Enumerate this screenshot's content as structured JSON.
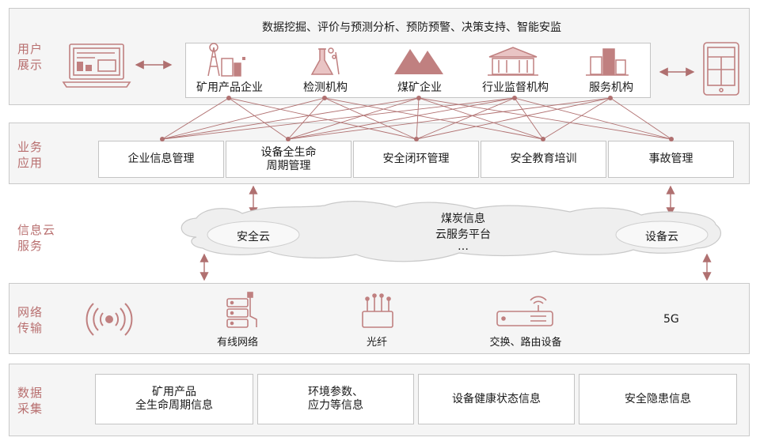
{
  "layers": [
    {
      "label": "用户\n展示"
    },
    {
      "label": "业务\n应用"
    },
    {
      "label": "信息云\n服务"
    },
    {
      "label": "网络\n传输"
    },
    {
      "label": "数据\n采集"
    }
  ],
  "user_display": {
    "title": "数据挖掘、评价与预测分析、预防预警、决策支持、智能安监",
    "entities": [
      "矿用产品企业",
      "检测机构",
      "煤矿企业",
      "行业监督机构",
      "服务机构"
    ]
  },
  "business_apps": [
    "企业信息管理",
    "设备全生命\n周期管理",
    "安全闭环管理",
    "安全教育培训",
    "事故管理"
  ],
  "cloud": {
    "safety_cloud": "安全云",
    "center": [
      "煤炭信息",
      "云服务平台",
      "…"
    ],
    "equipment_cloud": "设备云"
  },
  "network": {
    "items": [
      "有线网络",
      "光纤",
      "交换、路由设备"
    ],
    "five_g": "5G"
  },
  "data_collection": [
    "矿用产品\n全生命周期信息",
    "环境参数、\n应力等信息",
    "设备健康状态信息",
    "安全隐患信息"
  ],
  "colors": {
    "accent": "#b86f6f",
    "icon": "#c08080",
    "line": "#b07070"
  }
}
